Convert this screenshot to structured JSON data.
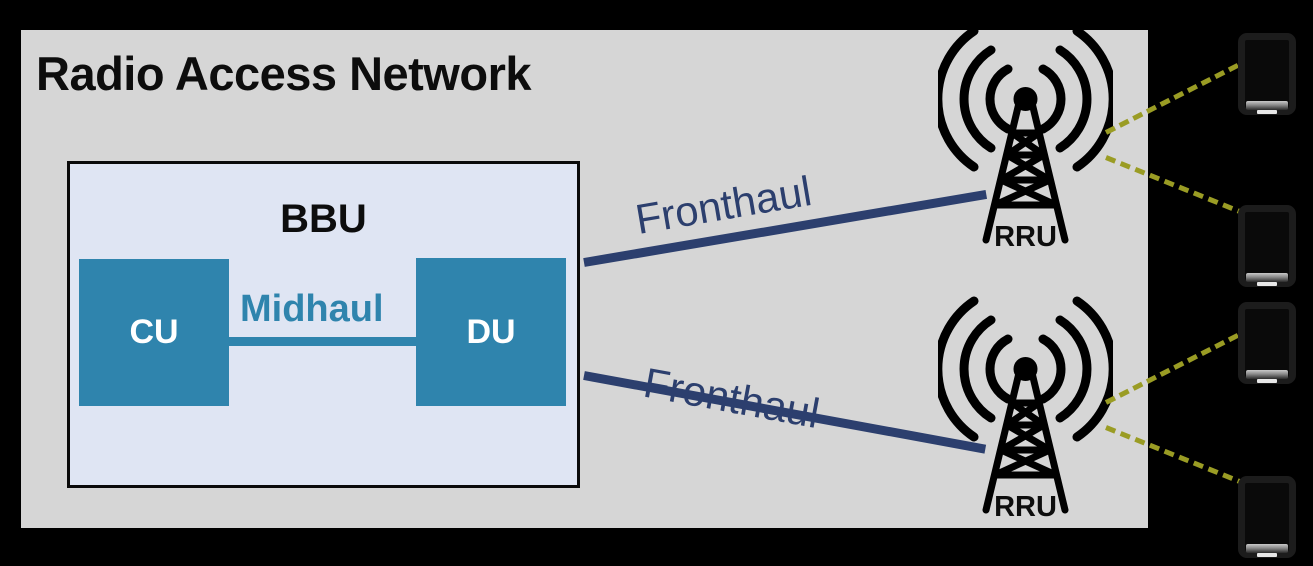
{
  "diagram": {
    "title": "Radio Access Network",
    "background_color": "#000000",
    "panel_color": "#d6d6d6",
    "accent_blue": "#2f84ad",
    "link_navy": "#2c3f6e",
    "beam_olive": "#9a9c24",
    "bbu_fill": "#dfe5f3"
  },
  "bbu": {
    "label": "BBU",
    "units": [
      {
        "label": "CU",
        "name": "central-unit"
      },
      {
        "label": "DU",
        "name": "distributed-unit"
      }
    ],
    "midhaul": {
      "label": "Midhaul"
    }
  },
  "links": {
    "fronthaul_top": {
      "label": "Fronthaul"
    },
    "fronthaul_bottom": {
      "label": "Fronthaul"
    }
  },
  "towers": [
    {
      "label": "RRU",
      "position": "top"
    },
    {
      "label": "RRU",
      "position": "bottom"
    }
  ],
  "devices": [
    {
      "name": "user-equipment-1"
    },
    {
      "name": "user-equipment-2"
    },
    {
      "name": "user-equipment-3"
    },
    {
      "name": "user-equipment-4"
    }
  ]
}
